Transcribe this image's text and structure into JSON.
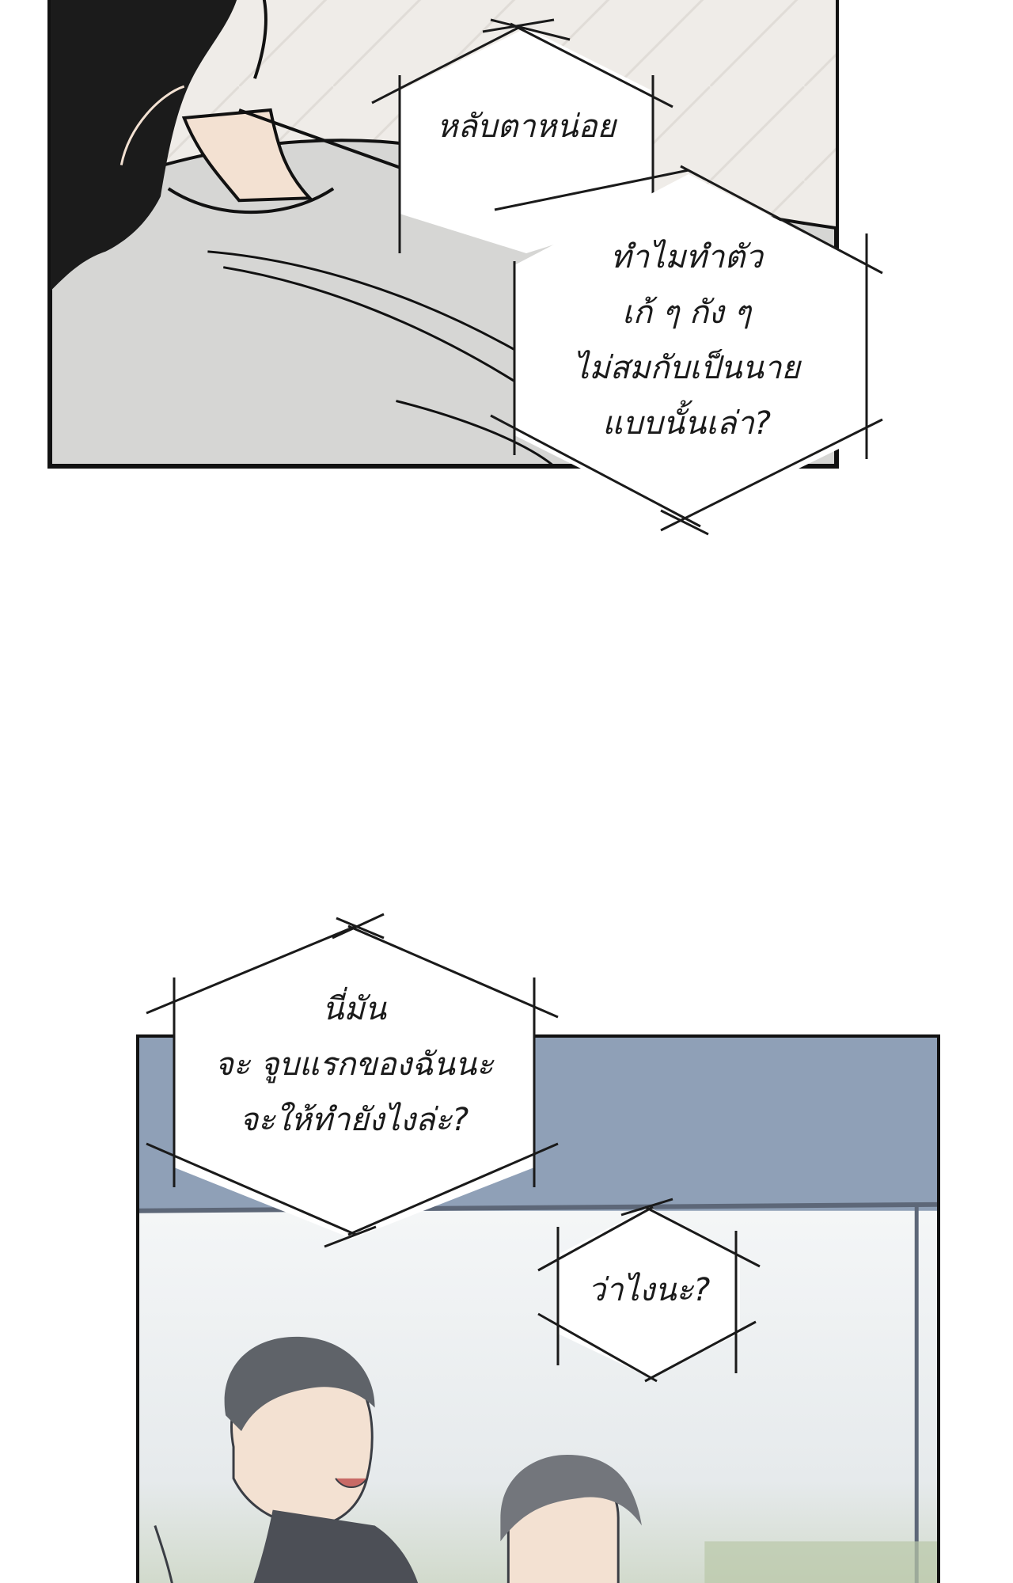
{
  "bubbles": {
    "close_eyes": {
      "lines": [
        "หลับตาหน่อย"
      ]
    },
    "why_awkward": {
      "lines": [
        "ทำไมทำตัว",
        "เก้ ๆ กัง ๆ",
        "ไม่สมกับเป็นนาย",
        "แบบนั้นเล่า?"
      ]
    },
    "first_kiss": {
      "lines": [
        "นี่มัน",
        "จะ จูบแรกของฉันนะ",
        "จะให้ทำยังไงล่ะ?"
      ]
    },
    "what_was_that": {
      "lines": [
        "ว่าไงนะ?"
      ]
    }
  },
  "colors": {
    "panel_border": "#111111",
    "top_panel_background": "#efece8",
    "shirt_gray": "#d6d6d4",
    "hair_black": "#1b1b1b",
    "skin": "#f3e1d2",
    "bottom_panel_wall": "#8fa0b7",
    "bottom_panel_window": "#edf0f2",
    "character_hair_gray": "#5f6369"
  }
}
